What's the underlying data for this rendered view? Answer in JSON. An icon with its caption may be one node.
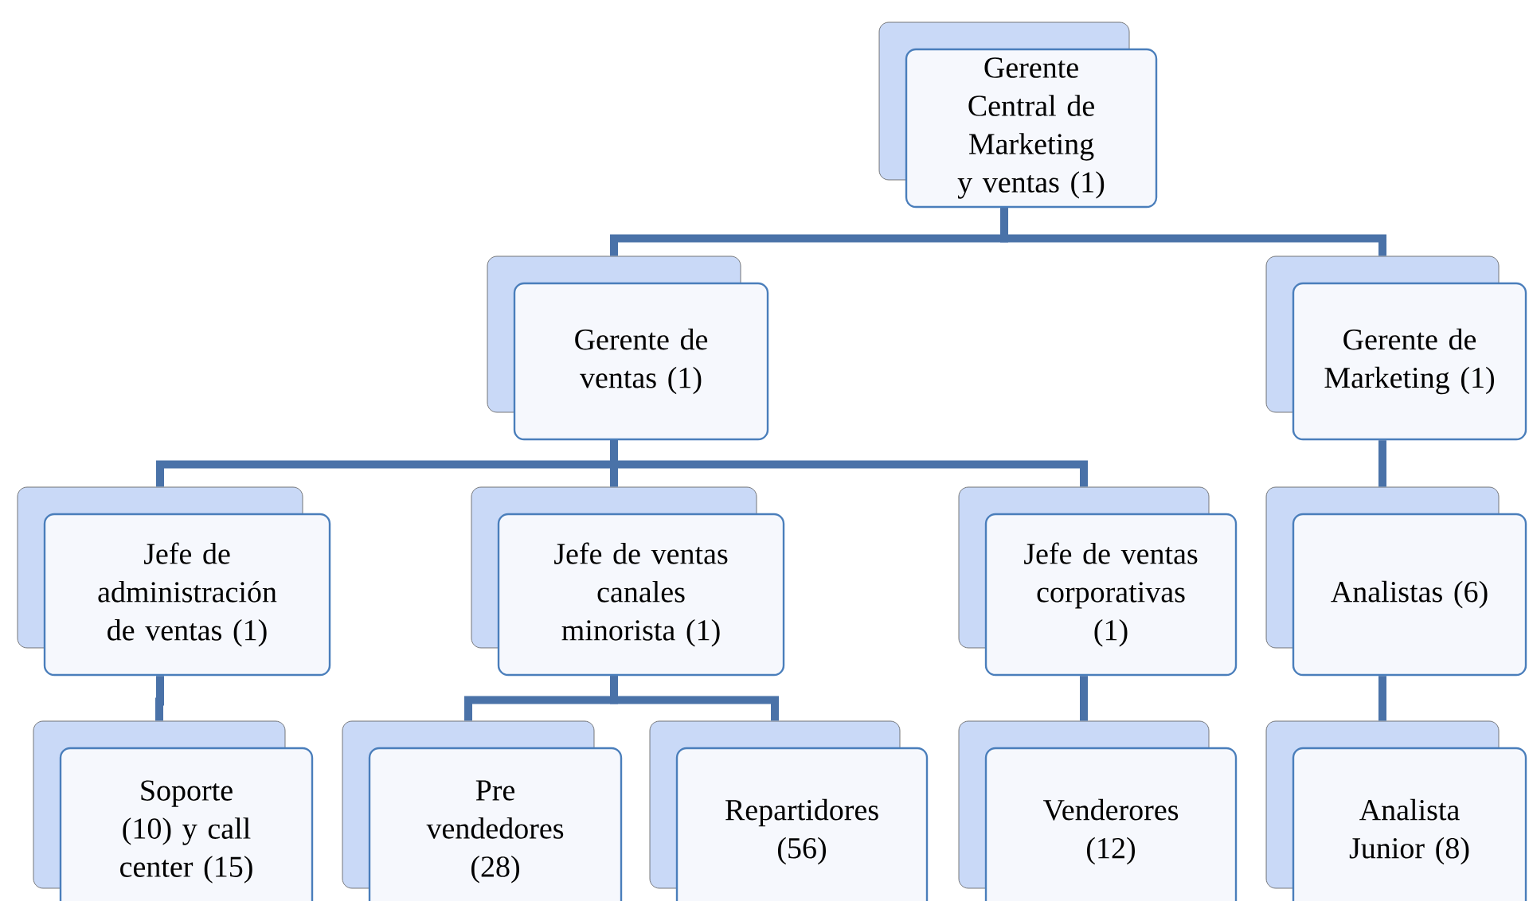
{
  "diagram": {
    "nodes": [
      {
        "text": [
          "Gerente Central de Marketing y ventas (1)"
        ]
      },
      {
        "text": [
          "Gerente de ventas (1)"
        ]
      },
      {
        "text": [
          "Gerente de Marketing (1)"
        ]
      },
      {
        "text": [
          "Jefe de administración de ventas  (1)"
        ]
      },
      {
        "text": [
          "Jefe de ventas canales minorista (1)"
        ]
      },
      {
        "text": [
          "Jefe de ventas corporativas (1)"
        ]
      },
      {
        "text": [
          "Analistas (6)"
        ]
      },
      {
        "text": [
          "Soporte (10) y call center (15)"
        ]
      },
      {
        "text": [
          "Pre vendedores (28)"
        ]
      },
      {
        "text": [
          "Repartidores (56)"
        ]
      },
      {
        "text": [
          "Venderores (12)"
        ]
      },
      {
        "text": [
          "Analista Junior (8)"
        ]
      }
    ],
    "edges": [
      {
        "from": 0,
        "to": 1,
        "arrow": "none"
      },
      {
        "from": 0,
        "to": 2,
        "arrow": "none"
      },
      {
        "from": 1,
        "to": 3,
        "arrow": "none"
      },
      {
        "from": 1,
        "to": 4,
        "arrow": "none"
      },
      {
        "from": 1,
        "to": 5,
        "arrow": "none"
      },
      {
        "from": 2,
        "to": 6,
        "arrow": "none"
      },
      {
        "from": 3,
        "to": 7,
        "arrow": "none"
      },
      {
        "from": 4,
        "to": 8,
        "arrow": "none"
      },
      {
        "from": 4,
        "to": 9,
        "arrow": "none"
      },
      {
        "from": 5,
        "to": 10,
        "arrow": "none"
      },
      {
        "from": 6,
        "to": 11,
        "arrow": "none"
      }
    ]
  }
}
